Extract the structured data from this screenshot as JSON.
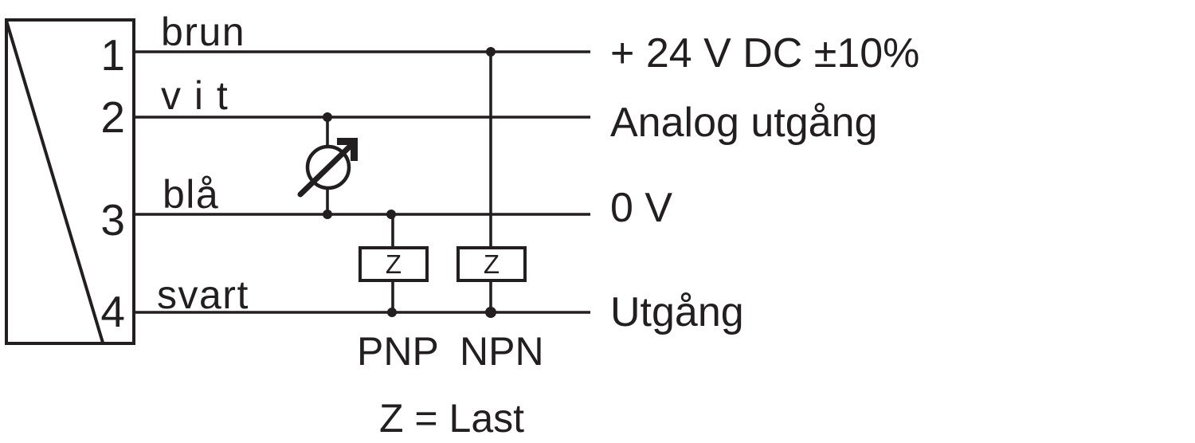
{
  "colors": {
    "ink": "#231f20",
    "background": "#ffffff"
  },
  "pins": [
    {
      "number": "1",
      "wire_label": "brun",
      "terminal_label": "+ 24 V DC ±10%"
    },
    {
      "number": "2",
      "wire_label": "v i t",
      "terminal_label": "Analog utgång"
    },
    {
      "number": "3",
      "wire_label": "blå",
      "terminal_label": "0 V"
    },
    {
      "number": "4",
      "wire_label": "svart",
      "terminal_label": "Utgång"
    }
  ],
  "loads": {
    "pnp": {
      "label": "PNP",
      "box_text": "Z"
    },
    "npn": {
      "label": "NPN",
      "box_text": "Z"
    }
  },
  "legend": {
    "text": "Z = Last"
  }
}
